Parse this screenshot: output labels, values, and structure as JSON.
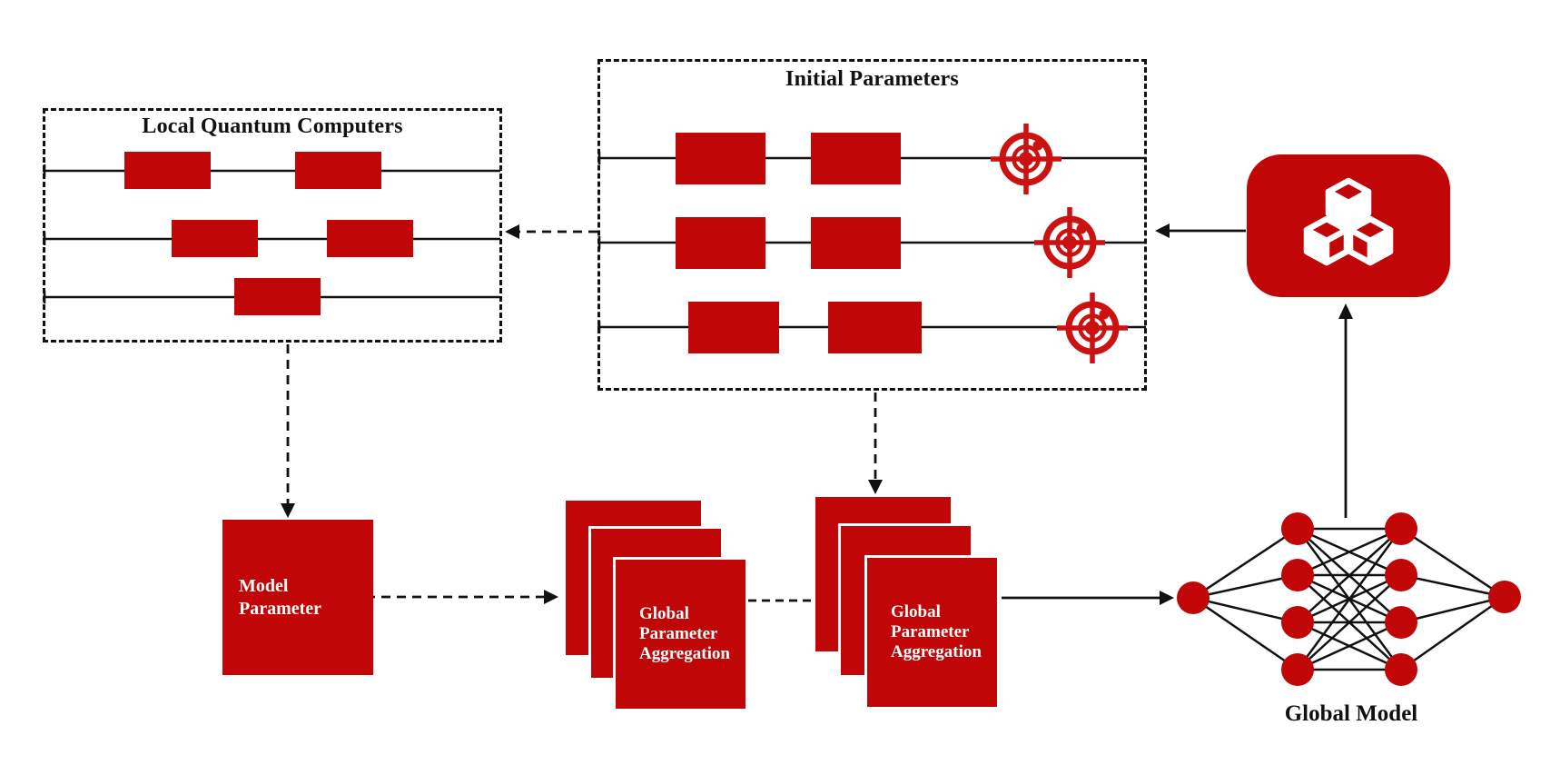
{
  "colors": {
    "primary_red": "#c00606",
    "icon_red": "#cc1111",
    "line_black": "#111111",
    "label_white": "#ffffff",
    "background": "#ffffff"
  },
  "local_quantum_computers": {
    "title": "Local Quantum Computers",
    "wires": 3,
    "gates_per_wire": [
      2,
      2,
      1
    ]
  },
  "initial_parameters": {
    "title": "Initial Parameters",
    "wires": 3,
    "gates_per_wire": [
      2,
      2,
      2
    ],
    "measurement_icons": 3
  },
  "model_parameter": {
    "label_lines": [
      "Model",
      "Parameter"
    ]
  },
  "aggregation_stacks": [
    {
      "label_lines": [
        "Global",
        "Parameter",
        "Aggregation"
      ],
      "pages": 3
    },
    {
      "label_lines": [
        "Global",
        "Parameter",
        "Aggregation"
      ],
      "pages": 3
    }
  ],
  "global_model": {
    "label": "Global Model",
    "layers": [
      1,
      4,
      4,
      1
    ]
  },
  "icons": {
    "measurement": "target-icon",
    "server": "cubes-icon"
  }
}
